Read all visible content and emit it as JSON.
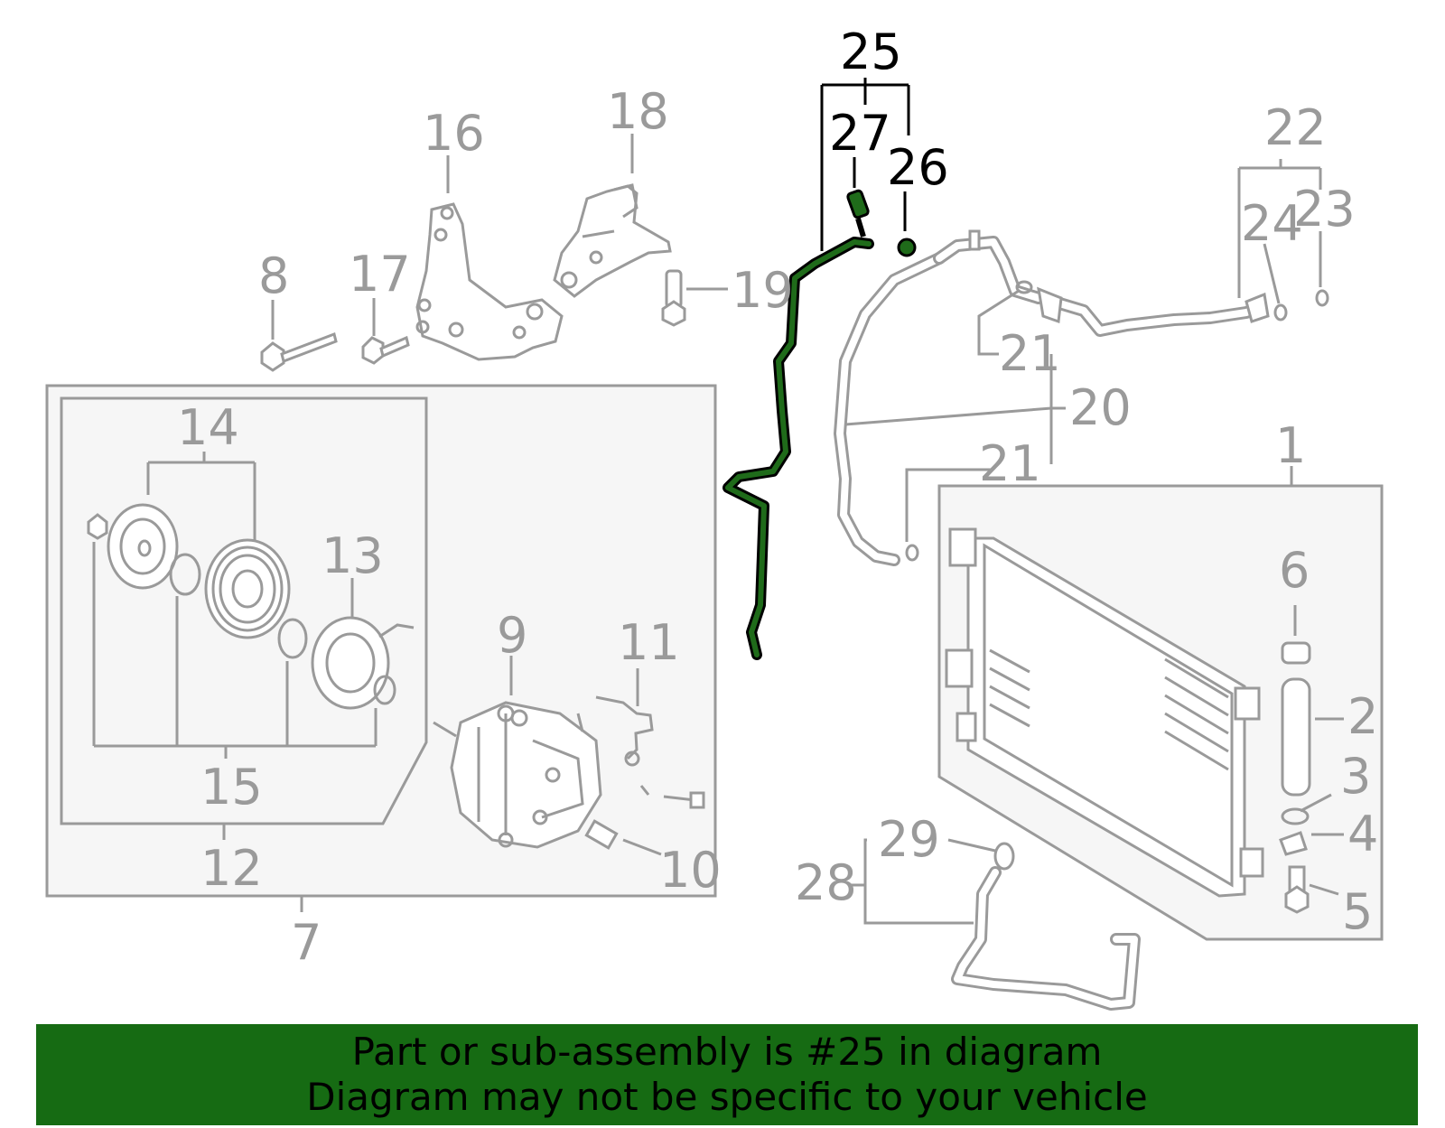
{
  "colors": {
    "highlight": "#1f6b1a",
    "banner": "#166b13",
    "part_gray": "#9a9a9a",
    "panel": "#f6f6f6"
  },
  "callouts": [
    {
      "id": "c1",
      "label": "1"
    },
    {
      "id": "c2",
      "label": "2"
    },
    {
      "id": "c3",
      "label": "3"
    },
    {
      "id": "c4",
      "label": "4"
    },
    {
      "id": "c5",
      "label": "5"
    },
    {
      "id": "c6",
      "label": "6"
    },
    {
      "id": "c7",
      "label": "7"
    },
    {
      "id": "c8",
      "label": "8"
    },
    {
      "id": "c9",
      "label": "9"
    },
    {
      "id": "c10",
      "label": "10"
    },
    {
      "id": "c11",
      "label": "11"
    },
    {
      "id": "c12",
      "label": "12"
    },
    {
      "id": "c13",
      "label": "13"
    },
    {
      "id": "c14",
      "label": "14"
    },
    {
      "id": "c15",
      "label": "15"
    },
    {
      "id": "c16",
      "label": "16"
    },
    {
      "id": "c17",
      "label": "17"
    },
    {
      "id": "c18",
      "label": "18"
    },
    {
      "id": "c19",
      "label": "19"
    },
    {
      "id": "c20",
      "label": "20"
    },
    {
      "id": "c21a",
      "label": "21"
    },
    {
      "id": "c21b",
      "label": "21"
    },
    {
      "id": "c22",
      "label": "22"
    },
    {
      "id": "c23",
      "label": "23"
    },
    {
      "id": "c24",
      "label": "24"
    },
    {
      "id": "c25",
      "label": "25",
      "highlighted": true
    },
    {
      "id": "c26",
      "label": "26",
      "highlighted": true
    },
    {
      "id": "c27",
      "label": "27",
      "highlighted": true
    },
    {
      "id": "c28",
      "label": "28"
    },
    {
      "id": "c29",
      "label": "29"
    }
  ],
  "banner": {
    "line1": "Part or sub-assembly is #25 in diagram",
    "line2": "Diagram may not be specific to your vehicle"
  }
}
